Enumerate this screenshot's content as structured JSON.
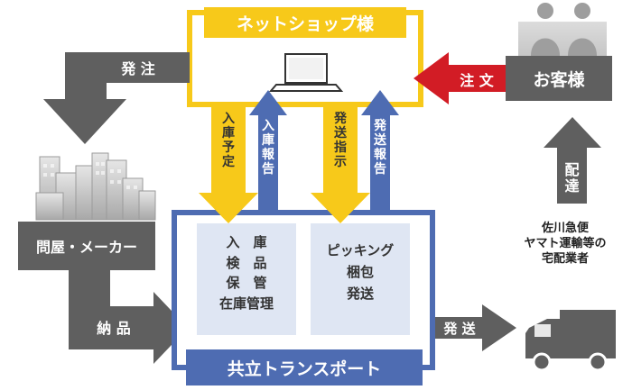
{
  "shop": {
    "title": "ネットショップ様"
  },
  "customer": {
    "title": "お客様"
  },
  "wholesaler": {
    "title": "問屋・メーカー"
  },
  "company": {
    "title": "共立トランスポート"
  },
  "carriers": {
    "line1": "佐川急便",
    "line2": "ヤマト運輸等の",
    "line3": "宅配業者"
  },
  "arrows": {
    "order_out": "発 注",
    "order_in": "注 文",
    "delivery": "納 品",
    "dispatch": "発 送",
    "distribution": "配達",
    "stock_schedule": "入庫予定",
    "stock_report": "入庫報告",
    "ship_instruction": "発送指示",
    "ship_report": "発送報告"
  },
  "left_panel": {
    "line1": "入　庫",
    "line2": "検　品",
    "line3": "保　管",
    "line4": "在庫管理"
  },
  "right_panel": {
    "line1": "ピッキング",
    "line2": "梱包",
    "line3": "発送"
  },
  "colors": {
    "yellow": "#f7c91a",
    "blue": "#4e6cb2",
    "gray": "#5f5f5f",
    "red": "#d21c25",
    "panel": "#dfe6f3"
  }
}
